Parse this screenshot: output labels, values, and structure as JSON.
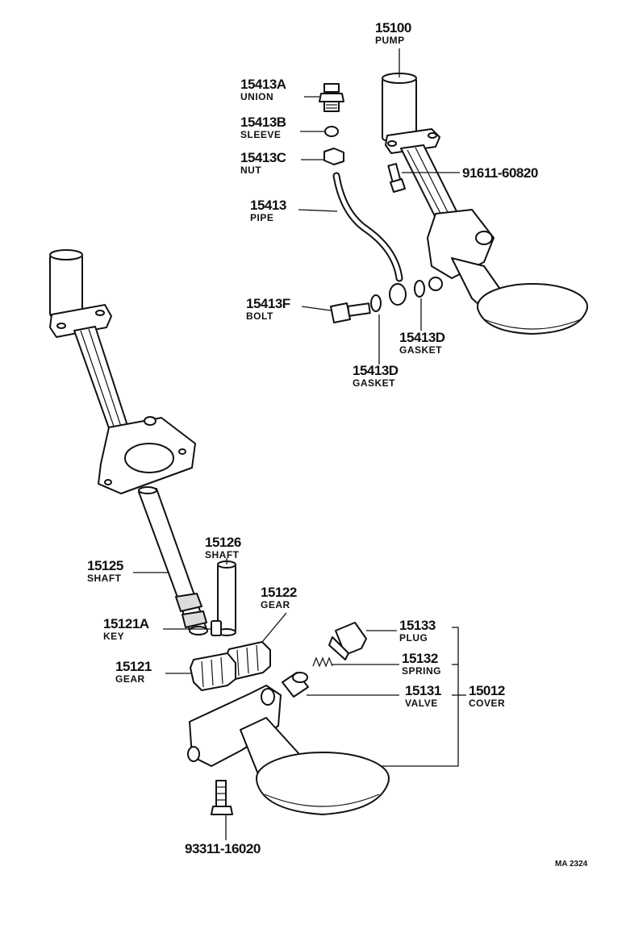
{
  "parts": [
    {
      "id": "p15100",
      "number": "15100",
      "name": "PUMP"
    },
    {
      "id": "p15413a",
      "number": "15413A",
      "name": "UNION"
    },
    {
      "id": "p15413b",
      "number": "15413B",
      "name": "SLEEVE"
    },
    {
      "id": "p15413c",
      "number": "15413C",
      "name": "NUT"
    },
    {
      "id": "p91611",
      "number": "91611-60820",
      "name": ""
    },
    {
      "id": "p15413",
      "number": "15413",
      "name": "PIPE"
    },
    {
      "id": "p15413f",
      "number": "15413F",
      "name": "BOLT"
    },
    {
      "id": "p15413d1",
      "number": "15413D",
      "name": "GASKET"
    },
    {
      "id": "p15413d2",
      "number": "15413D",
      "name": "GASKET"
    },
    {
      "id": "p15126",
      "number": "15126",
      "name": "SHAFT"
    },
    {
      "id": "p15125",
      "number": "15125",
      "name": "SHAFT"
    },
    {
      "id": "p15122",
      "number": "15122",
      "name": "GEAR"
    },
    {
      "id": "p15121a",
      "number": "15121A",
      "name": "KEY"
    },
    {
      "id": "p15133",
      "number": "15133",
      "name": "PLUG"
    },
    {
      "id": "p15132",
      "number": "15132",
      "name": "SPRING"
    },
    {
      "id": "p15121",
      "number": "15121",
      "name": "GEAR"
    },
    {
      "id": "p15131",
      "number": "15131",
      "name": "VALVE"
    },
    {
      "id": "p15012",
      "number": "15012",
      "name": "COVER"
    },
    {
      "id": "p93311",
      "number": "93311-16020",
      "name": ""
    }
  ],
  "diagram_ref": "MA 2324"
}
